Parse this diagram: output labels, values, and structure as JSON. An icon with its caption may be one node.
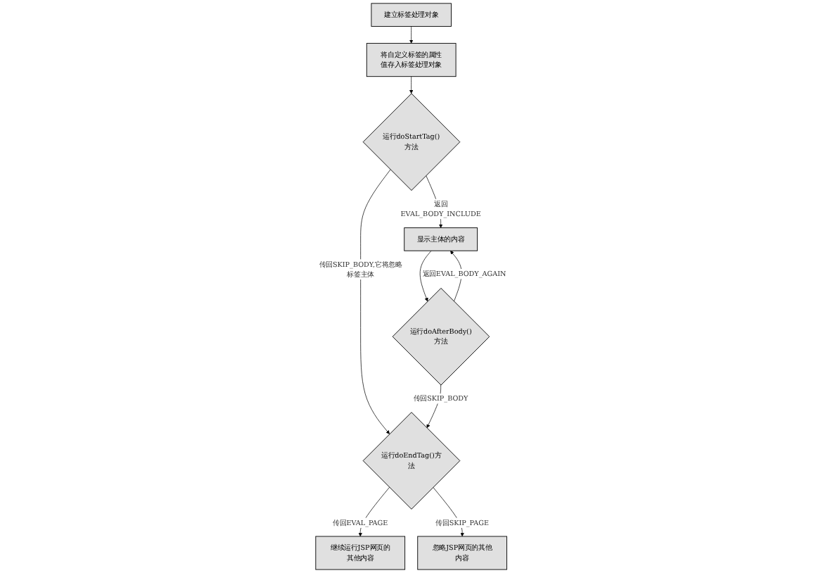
{
  "diagram": {
    "nodes": [
      {
        "text": [
          "建立标签处理对象"
        ]
      },
      {
        "text": [
          "将自定义标签的属性值存入标签处理对象"
        ]
      },
      {
        "text": [
          "运行doStartTag()方法"
        ]
      },
      {
        "text": [
          "显示主体的内容"
        ]
      },
      {
        "text": [
          "运行doAfterBody()方法"
        ]
      },
      {
        "text": [
          "运行doEndTag()方法"
        ]
      },
      {
        "text": [
          "继续运行JSP网页的其他内容"
        ]
      },
      {
        "text": [
          "忽略JSP网页的其他内容"
        ]
      }
    ],
    "edges": [
      {
        "from": 0,
        "to": 1,
        "arrow": "to"
      },
      {
        "from": 1,
        "to": 2,
        "arrow": "to"
      },
      {
        "from": 2,
        "to": 3,
        "arrow": "to",
        "label": "返回EVAL_BODY_INCLUDE"
      },
      {
        "from": 3,
        "to": 4,
        "arrow": "to"
      },
      {
        "from": 4,
        "to": 3,
        "arrow": "to",
        "label": "返回EVAL_BODY_AGAIN"
      },
      {
        "from": 2,
        "to": 5,
        "arrow": "to",
        "label": "传回SKIP_BODY,它将忽略标签主体"
      },
      {
        "from": 4,
        "to": 5,
        "arrow": "to",
        "label": "传回SKIP_BODY"
      },
      {
        "from": 5,
        "to": 6,
        "arrow": "to",
        "label": "传回EVAL_PAGE"
      },
      {
        "from": 5,
        "to": 7,
        "arrow": "to",
        "label": "传回SKIP_PAGE"
      }
    ]
  }
}
